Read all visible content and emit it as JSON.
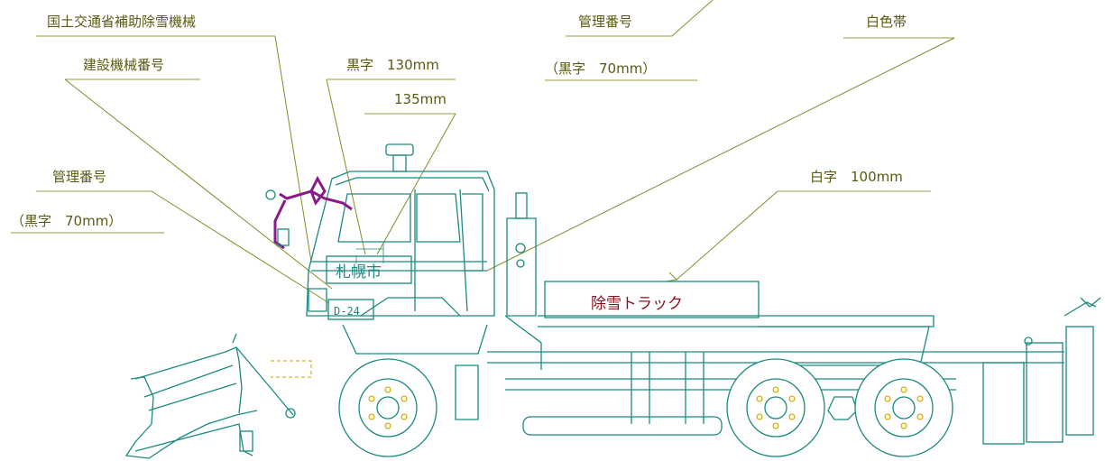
{
  "labels": {
    "national_equipment": "国土交通省補助除雪機械",
    "construction_number": "建設機械番号",
    "black_130": "黒字　130mm",
    "size_135": "135mm",
    "mgmt_number_top": "管理番号",
    "mgmt_number_top_note": "（黒字　70mm）",
    "white_band": "白色帯",
    "mgmt_number_left": "管理番号",
    "mgmt_number_left_note": "（黒字　70mm）",
    "white_100": "白字　100mm"
  },
  "vehicle": {
    "city_name": "札幌市",
    "equipment_id": "D-24",
    "body_text": "除雪トラック"
  },
  "colors": {
    "vehicle_line": "#1a8a80",
    "leader_line": "#8a8a28",
    "label_text": "#5a5a10",
    "body_text": "#8a1020",
    "mirror": "#8a1a8a",
    "accent_yellow": "#c8a000"
  }
}
